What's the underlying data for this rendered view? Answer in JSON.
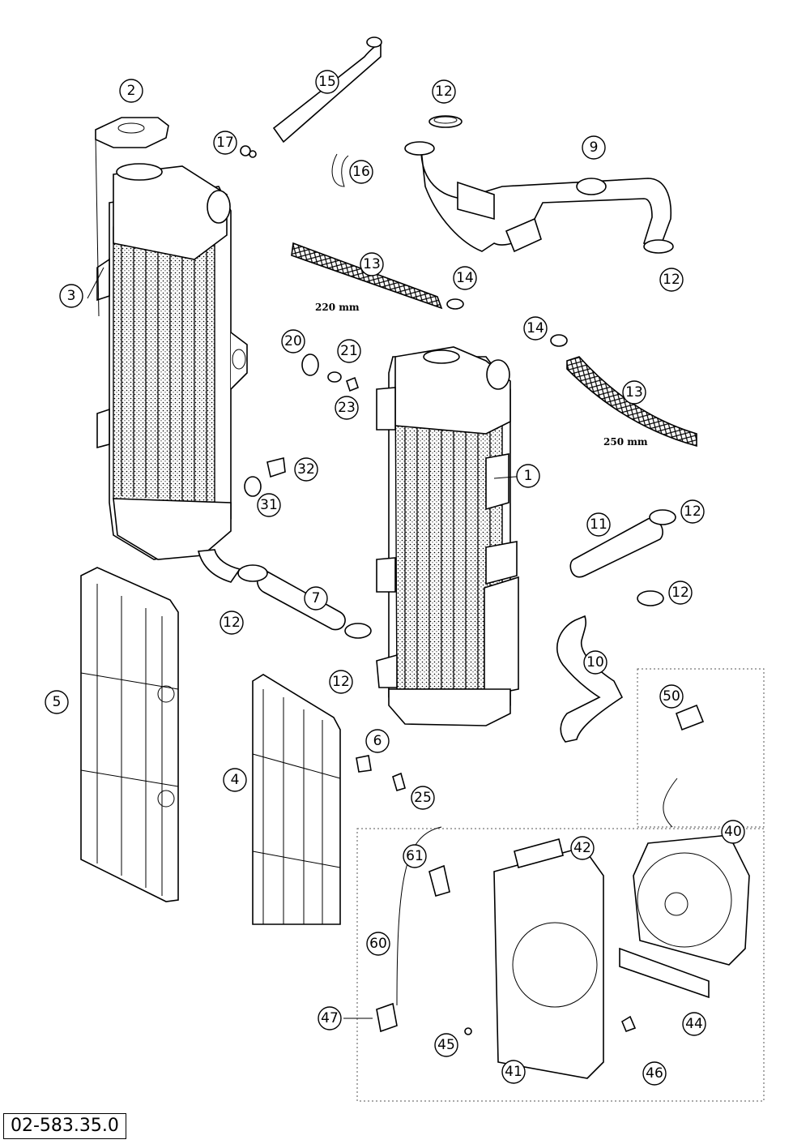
{
  "drawing_number": "02-583.35.0",
  "dimensions": {
    "short_hose": "220 mm",
    "long_hose": "250 mm"
  },
  "callouts": [
    {
      "id": "c1",
      "label": "1"
    },
    {
      "id": "c2",
      "label": "2"
    },
    {
      "id": "c3",
      "label": "3"
    },
    {
      "id": "c4",
      "label": "4"
    },
    {
      "id": "c5",
      "label": "5"
    },
    {
      "id": "c6",
      "label": "6"
    },
    {
      "id": "c7",
      "label": "7"
    },
    {
      "id": "c9",
      "label": "9"
    },
    {
      "id": "c10",
      "label": "10"
    },
    {
      "id": "c11",
      "label": "11"
    },
    {
      "id": "c12a",
      "label": "12"
    },
    {
      "id": "c12b",
      "label": "12"
    },
    {
      "id": "c12c",
      "label": "12"
    },
    {
      "id": "c12d",
      "label": "12"
    },
    {
      "id": "c12e",
      "label": "12"
    },
    {
      "id": "c12f",
      "label": "12"
    },
    {
      "id": "c13a",
      "label": "13"
    },
    {
      "id": "c13b",
      "label": "13"
    },
    {
      "id": "c14a",
      "label": "14"
    },
    {
      "id": "c14b",
      "label": "14"
    },
    {
      "id": "c15",
      "label": "15"
    },
    {
      "id": "c16",
      "label": "16"
    },
    {
      "id": "c17",
      "label": "17"
    },
    {
      "id": "c20",
      "label": "20"
    },
    {
      "id": "c21",
      "label": "21"
    },
    {
      "id": "c23",
      "label": "23"
    },
    {
      "id": "c25",
      "label": "25"
    },
    {
      "id": "c31",
      "label": "31"
    },
    {
      "id": "c32",
      "label": "32"
    },
    {
      "id": "c40",
      "label": "40"
    },
    {
      "id": "c41",
      "label": "41"
    },
    {
      "id": "c42",
      "label": "42"
    },
    {
      "id": "c44",
      "label": "44"
    },
    {
      "id": "c45",
      "label": "45"
    },
    {
      "id": "c46",
      "label": "46"
    },
    {
      "id": "c47",
      "label": "47"
    },
    {
      "id": "c50",
      "label": "50"
    },
    {
      "id": "c60",
      "label": "60"
    },
    {
      "id": "c61",
      "label": "61"
    }
  ]
}
